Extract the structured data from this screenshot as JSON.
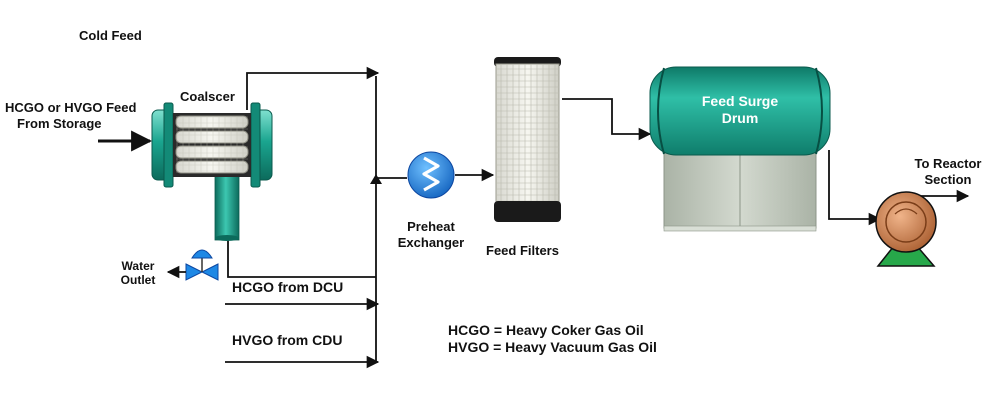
{
  "labels": {
    "cold_feed": "Cold Feed",
    "feed_source_line1": "HCGO or HVGO Feed",
    "feed_source_line2": "From Storage",
    "coalescer": "Coalscer",
    "water_outlet_line1": "Water",
    "water_outlet_line2": "Outlet",
    "hcgo_from_dcu": "HCGO from DCU",
    "hvgo_from_cdu": "HVGO from CDU",
    "preheat_line1": "Preheat",
    "preheat_line2": "Exchanger",
    "feed_filters": "Feed Filters",
    "surge_drum_line1": "Feed Surge",
    "surge_drum_line2": "Drum",
    "reactor_line1": "To Reactor",
    "reactor_line2": "Section"
  },
  "legend": {
    "hcgo": "HCGO = Heavy Coker Gas Oil",
    "hvgo": "HVGO = Heavy Vacuum Gas Oil"
  },
  "colors": {
    "vessel_teal": "#1aa58f",
    "exchanger_blue": "#1e88e5",
    "pump_copper": "#c97a4a",
    "pump_base": "#27a84a",
    "drum_lower": "#c5ccc0",
    "line": "#111111"
  }
}
